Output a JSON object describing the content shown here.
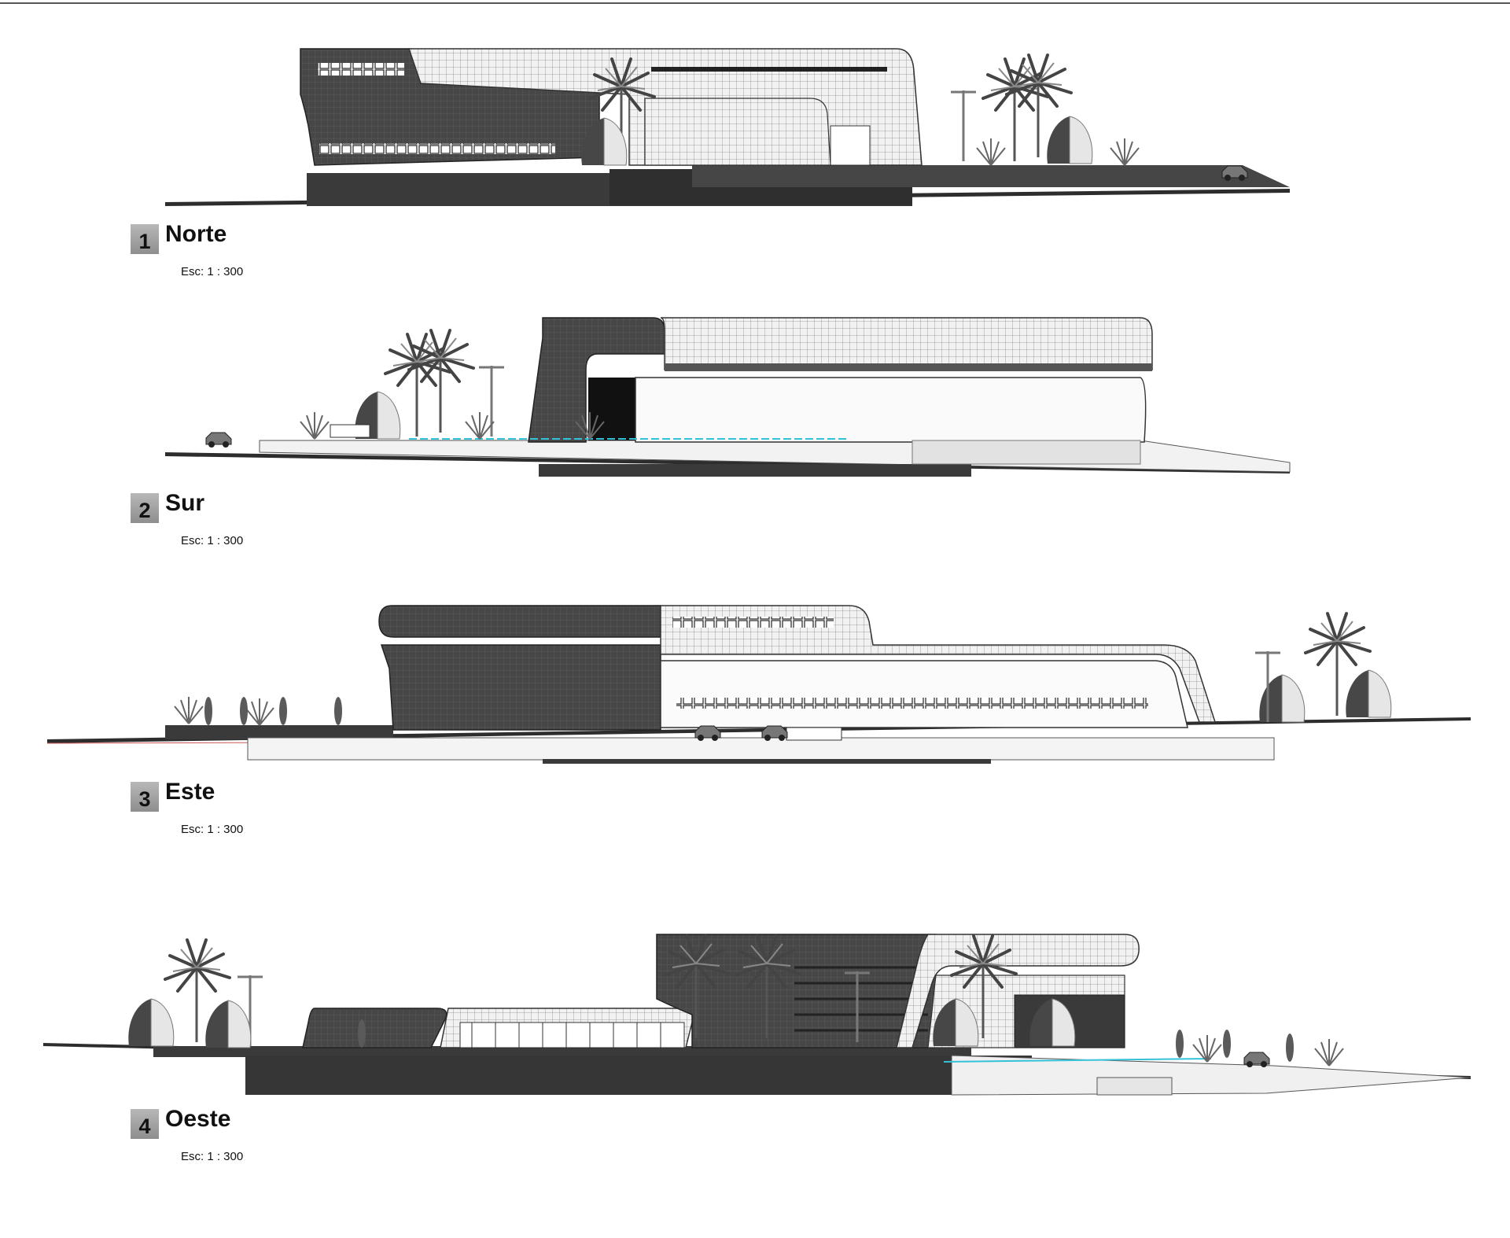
{
  "sheet": {
    "colors": {
      "dark_mass": "#3c3c3c",
      "light_mass": "#ececec",
      "grid_line": "#9a9a9a",
      "ground": "#2d2d2d",
      "water_accent": "#33c3d6",
      "label_box": "#9e9e9e"
    }
  },
  "elevations": [
    {
      "number": "1",
      "name": "Norte",
      "scale": "Esc: 1 : 300"
    },
    {
      "number": "2",
      "name": "Sur",
      "scale": "Esc: 1 : 300"
    },
    {
      "number": "3",
      "name": "Este",
      "scale": "Esc: 1 : 300"
    },
    {
      "number": "4",
      "name": "Oeste",
      "scale": "Esc: 1 : 300"
    }
  ]
}
